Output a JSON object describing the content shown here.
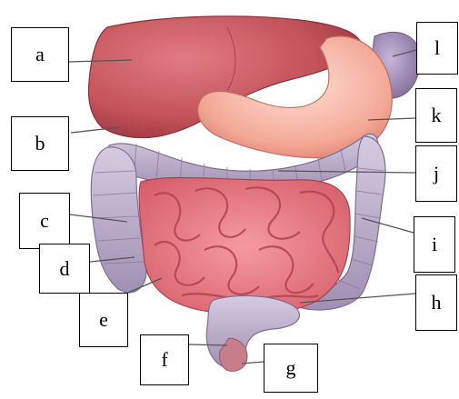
{
  "labels": {
    "a": "a",
    "b": "b",
    "c": "c",
    "d": "d",
    "e": "e",
    "f": "f",
    "g": "g",
    "h": "h",
    "i": "i",
    "j": "j",
    "k": "k",
    "l": "l"
  },
  "colors": {
    "liver": "#c4525a",
    "liver_dark": "#9e3a44",
    "stomach": "#f2a89a",
    "stomach_inner": "#fbd2c6",
    "colon": "#b8a7c4",
    "colon_dark": "#8e7ba0",
    "small_intestine": "#e8707a",
    "small_intestine_dark": "#b84b57",
    "spleen": "#9f8ab5",
    "leader_line": "#555555"
  }
}
